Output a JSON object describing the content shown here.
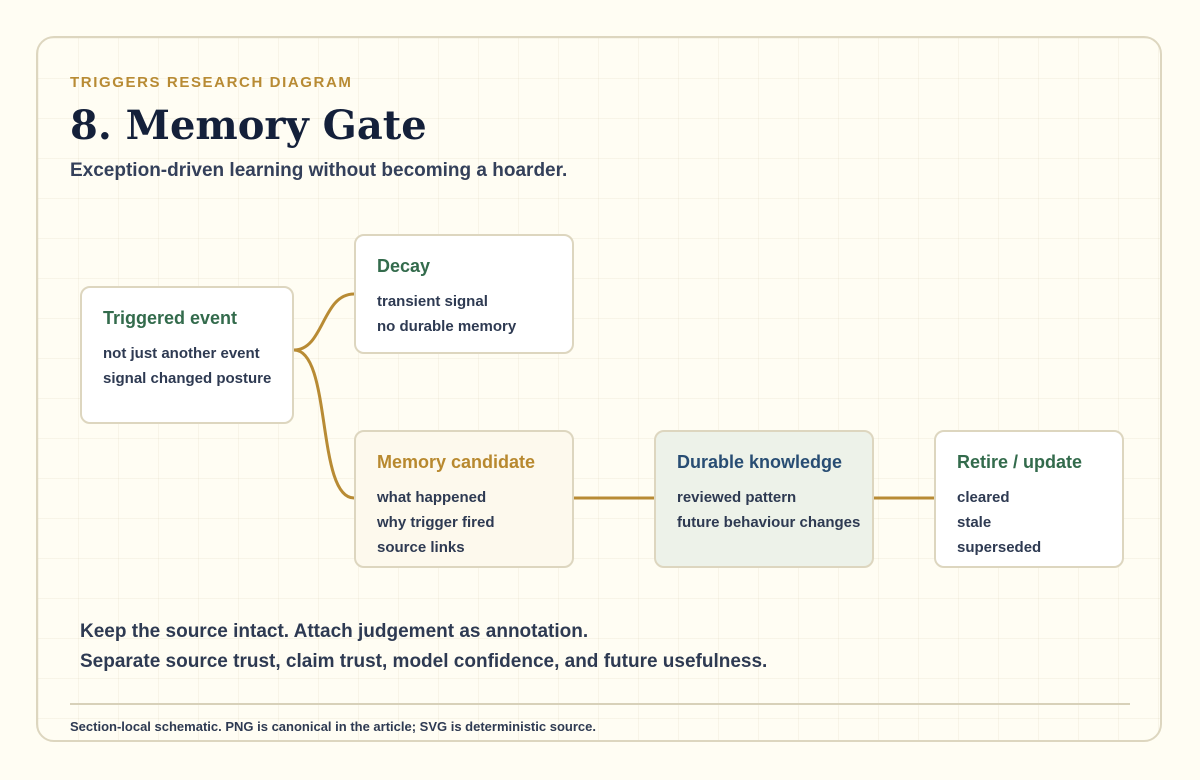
{
  "header": {
    "eyebrow": "TRIGGERS RESEARCH DIAGRAM",
    "title": "8. Memory Gate",
    "subtitle": "Exception-driven learning without becoming a hoarder."
  },
  "nodes": {
    "triggered_event": {
      "title": "Triggered event",
      "lines": [
        "not just another event",
        "signal changed posture"
      ]
    },
    "decay": {
      "title": "Decay",
      "lines": [
        "transient signal",
        "no durable memory"
      ]
    },
    "memory_candidate": {
      "title": "Memory candidate",
      "lines": [
        "what happened",
        "why trigger fired",
        "source links"
      ]
    },
    "durable_knowledge": {
      "title": "Durable knowledge",
      "lines": [
        "reviewed pattern",
        "future behaviour changes"
      ]
    },
    "retire_update": {
      "title": "Retire / update",
      "lines": [
        "cleared",
        "stale",
        "superseded"
      ]
    }
  },
  "notes": [
    "Keep the source intact. Attach judgement as annotation.",
    "Separate source trust, claim trust, model confidence, and future usefulness."
  ],
  "footer": "Section-local schematic. PNG is canonical in the article; SVG is deterministic source.",
  "colors": {
    "connector": "#b88b34",
    "border": "#ddd6bf",
    "title_green": "#336b4c",
    "title_amber": "#b8892f",
    "title_navy": "#284d73"
  }
}
